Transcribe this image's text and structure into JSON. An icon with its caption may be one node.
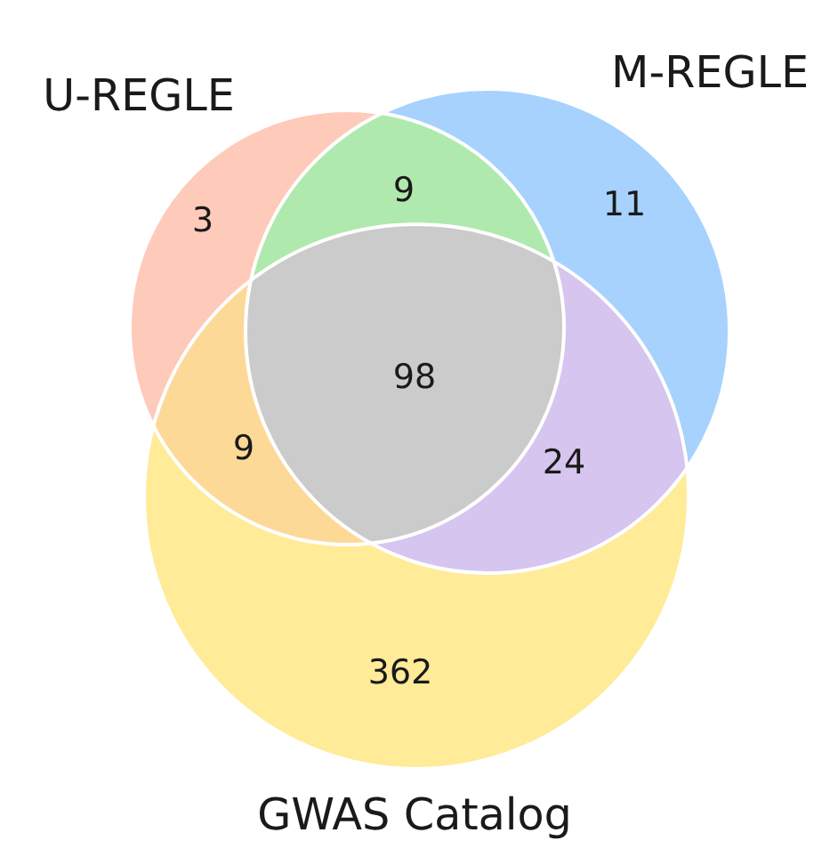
{
  "diagram": {
    "nodes": [
      {
        "text": [
          "U-REGLE"
        ]
      },
      {
        "text": [
          "M-REGLE"
        ]
      },
      {
        "text": [
          "GWAS Catalog"
        ]
      },
      {
        "text": [
          "3"
        ],
        "in": 0
      },
      {
        "text": [
          "9"
        ]
      },
      {
        "text": [
          "11"
        ],
        "in": 1
      },
      {
        "text": [
          "98"
        ]
      },
      {
        "text": [
          "9"
        ]
      },
      {
        "text": [
          "24"
        ]
      },
      {
        "text": [
          "362"
        ],
        "in": 2
      }
    ]
  }
}
